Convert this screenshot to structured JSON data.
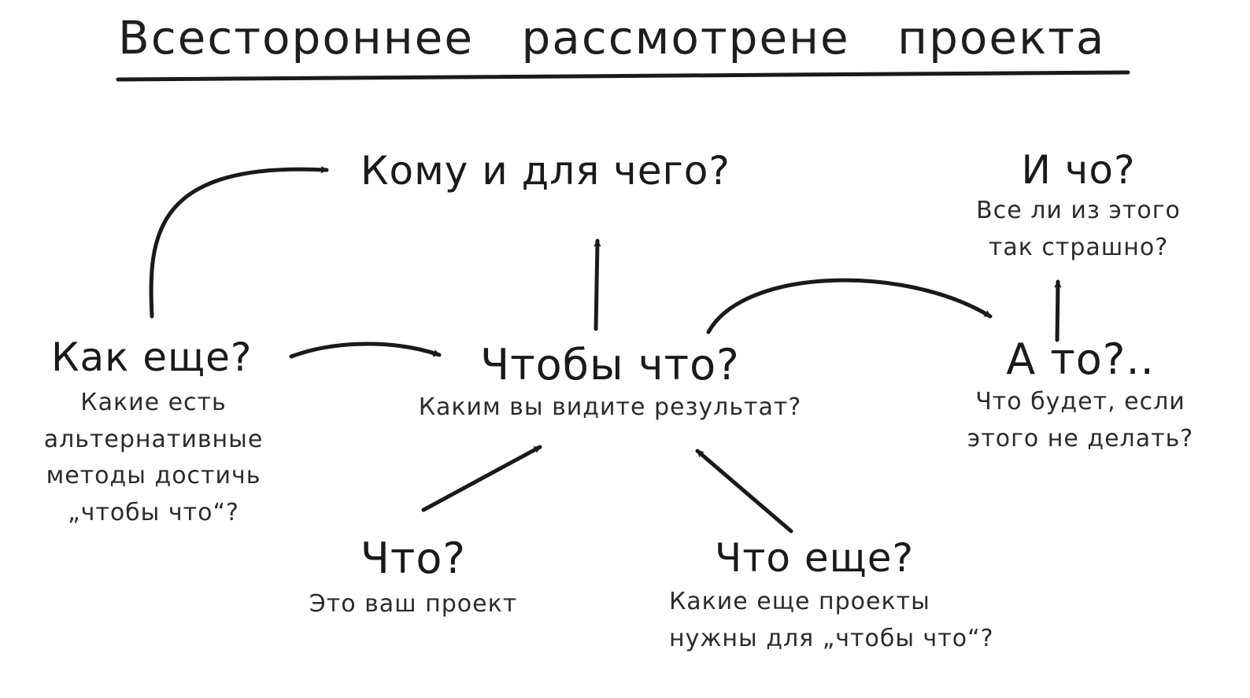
{
  "title": "Всестороннее рассмотрене проекта",
  "nodes": {
    "for_whom": {
      "question": "Кому и для чего?"
    },
    "so_what": {
      "question": "И чо?",
      "detail": "Все ли из этого\nтак страшно?"
    },
    "how_else": {
      "question": "Как еще?",
      "detail": "Какие есть\nальтернативные\nметоды достичь\n„чтобы что“?"
    },
    "in_order_to": {
      "question": "Чтобы что?",
      "detail": "Каким вы видите результат?"
    },
    "otherwise": {
      "question": "А то?..",
      "detail": "Что будет, если\nэтого не делать?"
    },
    "what": {
      "question": "Что?",
      "detail": "Это ваш проект"
    },
    "what_else": {
      "question": "Что еще?",
      "detail": "Какие еще проекты\nнужны для „чтобы что“?"
    }
  },
  "colors": {
    "ink": "#1a1a1a",
    "background": "#ffffff"
  }
}
